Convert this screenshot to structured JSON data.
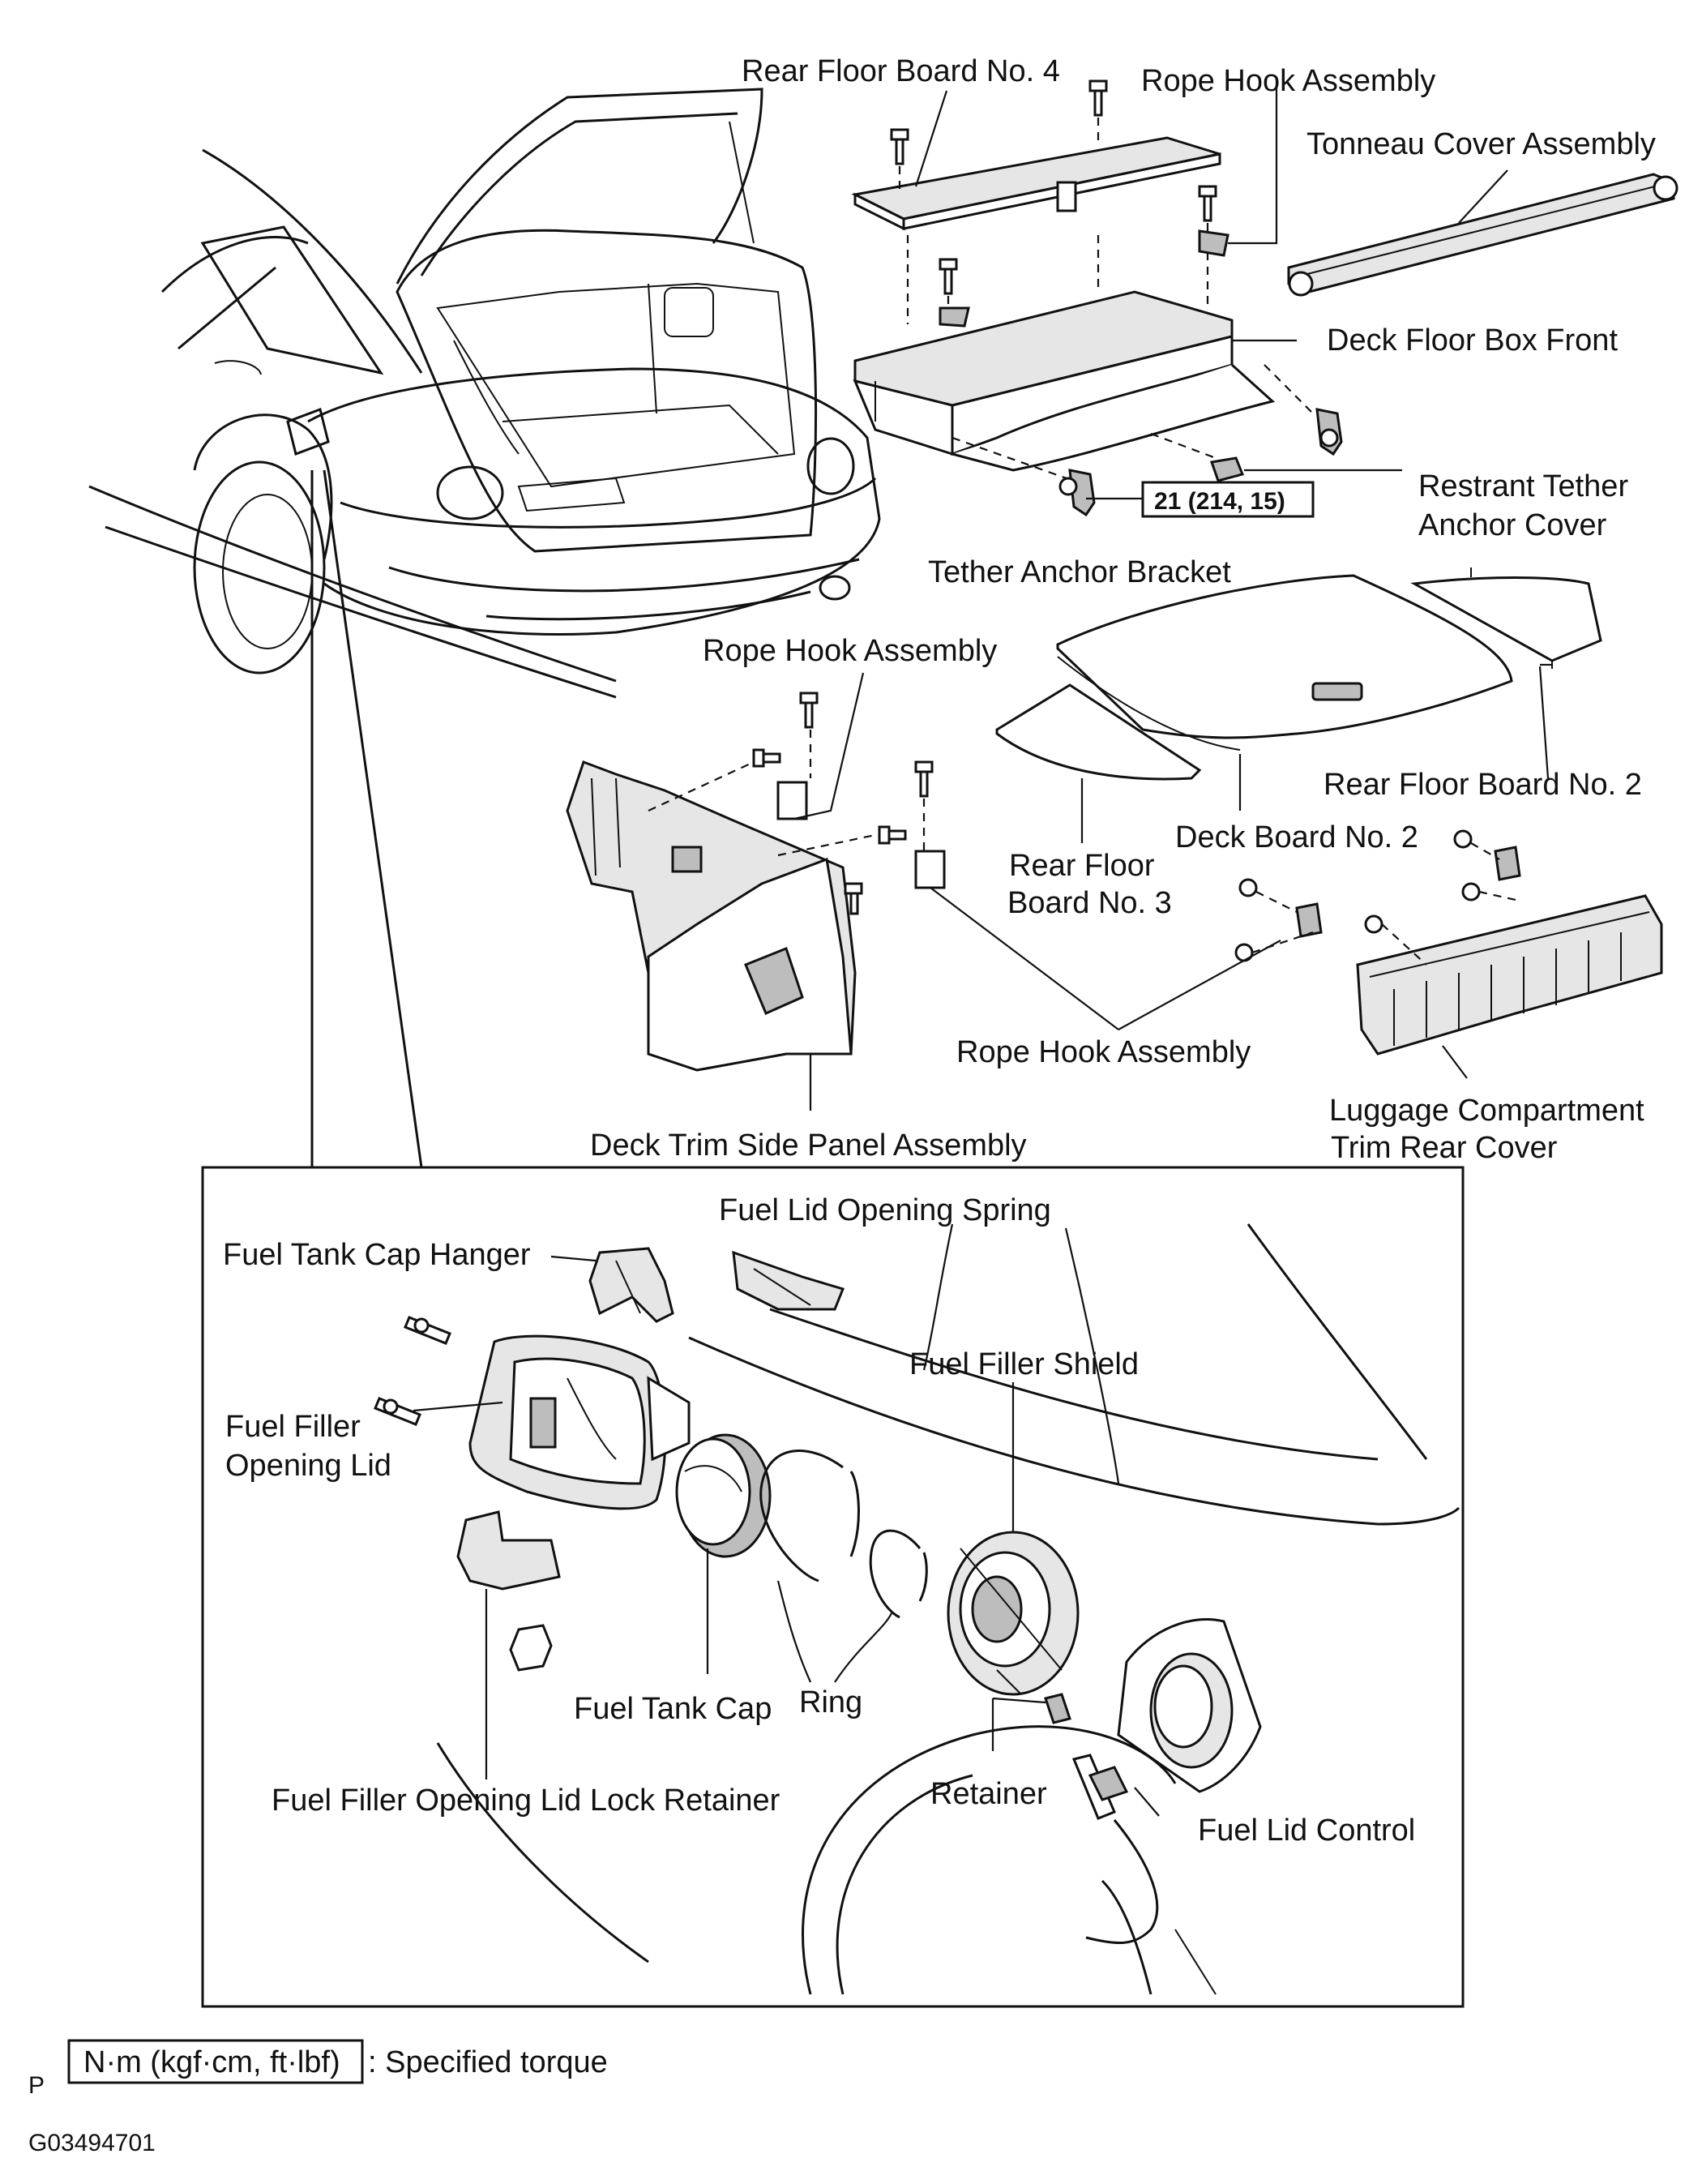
{
  "labels": {
    "rear_floor_board_4": "Rear Floor Board No. 4",
    "rope_hook_top": "Rope Hook Assembly",
    "tonneau_cover": "Tonneau Cover Assembly",
    "deck_floor_box_front": "Deck Floor Box Front",
    "restrant_tether_1": "Restrant Tether",
    "restrant_tether_2": "Anchor Cover",
    "torque_value": "21 (214, 15)",
    "tether_anchor_bracket": "Tether Anchor Bracket",
    "rope_hook_mid": "Rope Hook Assembly",
    "rear_floor_board_2": "Rear Floor Board No. 2",
    "deck_board_2": "Deck Board No. 2",
    "rear_floor_board_3_1": "Rear Floor",
    "rear_floor_board_3_2": "Board No. 3",
    "rope_hook_bottom": "Rope Hook Assembly",
    "luggage_trim_1": "Luggage Compartment",
    "luggage_trim_2": "Trim Rear Cover",
    "deck_trim_side": "Deck Trim Side Panel Assembly",
    "fuel_lid_spring": "Fuel Lid Opening Spring",
    "fuel_tank_cap_hanger": "Fuel Tank Cap Hanger",
    "fuel_filler_shield": "Fuel Filler Shield",
    "fuel_filler_lid_1": "Fuel Filler",
    "fuel_filler_lid_2": "Opening Lid",
    "fuel_tank_cap": "Fuel Tank Cap",
    "ring": "Ring",
    "retainer": "Retainer",
    "fuel_lid_control": "Fuel Lid Control",
    "lock_retainer": "Fuel Filler Opening Lid Lock Retainer"
  },
  "legend": {
    "box_text": "N·m (kgf·cm, ft·lbf)",
    "desc": ": Specified torque"
  },
  "footer": {
    "letter": "P",
    "code": "G03494701"
  }
}
